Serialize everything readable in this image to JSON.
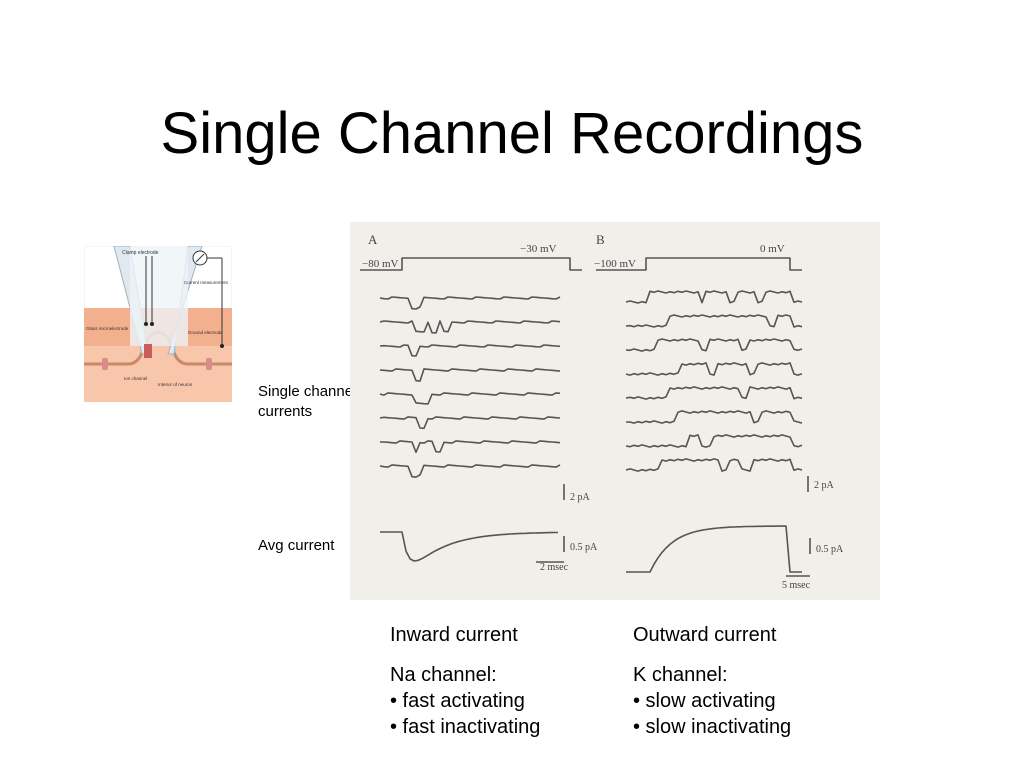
{
  "slide": {
    "title": "Single Channel Recordings"
  },
  "labels": {
    "single_channel": "Single channel currents",
    "avg_current": "Avg current"
  },
  "schematic": {
    "labels": [
      "Clamp electrode",
      "Current measurement",
      "Glass microelectrode",
      "Ground electrode",
      "Ion channel",
      "Interior of neuron"
    ],
    "icons": [
      "ammeter-icon",
      "ion-channel-icon"
    ],
    "colors": {
      "cytoplasm": "#f3b08f",
      "pipette": "#dfe9ef"
    }
  },
  "recordings": {
    "panel_a": {
      "letter": "A",
      "hold_label": "−80 mV",
      "step_label": "−30 mV",
      "scale_current": "2 pA",
      "scale_avg": "0.5 pA",
      "scale_time": "2 msec"
    },
    "panel_b": {
      "letter": "B",
      "hold_label": "−100 mV",
      "step_label": "0 mV",
      "scale_current": "2 pA",
      "scale_avg": "0.5 pA",
      "scale_time": "5 msec"
    }
  },
  "captions": {
    "left": {
      "heading": "Inward current",
      "channel": "Na channel:",
      "bullets": [
        "• fast activating",
        "• fast inactivating"
      ]
    },
    "right": {
      "heading": "Outward current",
      "channel": "K channel:",
      "bullets": [
        "• slow activating",
        "• slow inactivating"
      ]
    }
  }
}
